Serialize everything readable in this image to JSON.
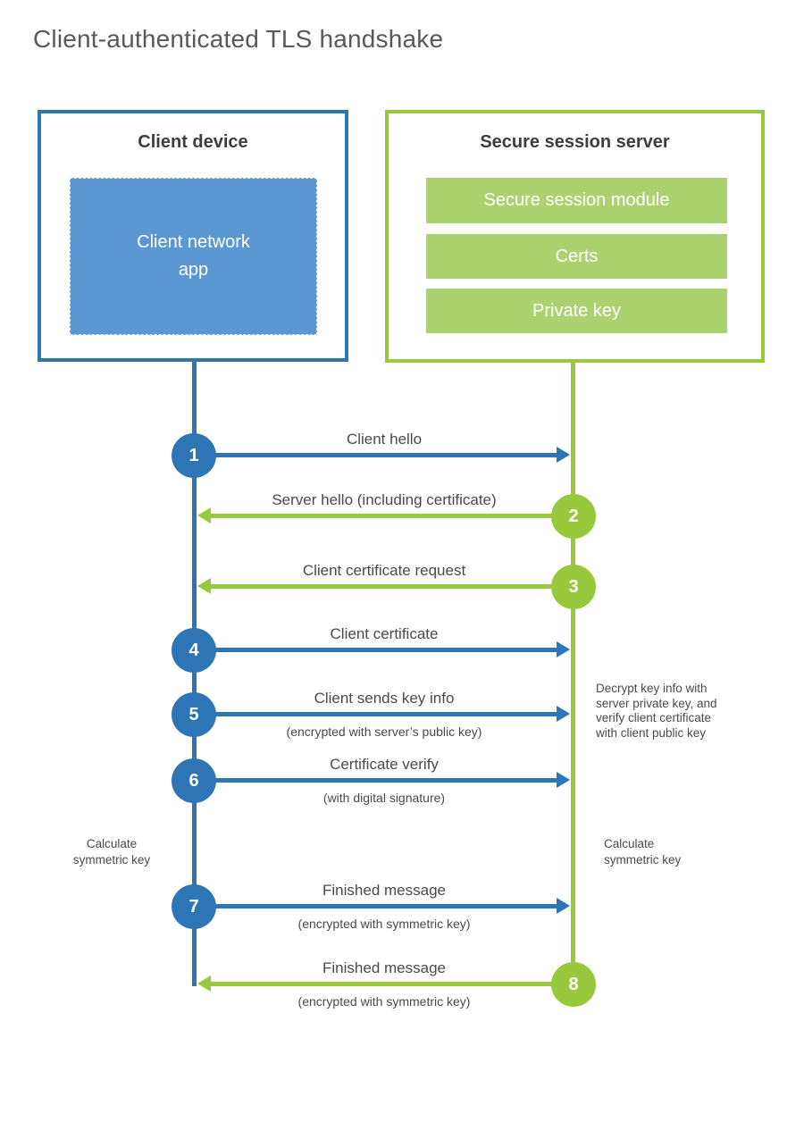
{
  "title": "Client-authenticated TLS handshake",
  "client_box": {
    "title": "Client device",
    "app_label": "Client network app"
  },
  "server_box": {
    "title": "Secure session server",
    "modules": [
      "Secure session module",
      "Certs",
      "Private key"
    ]
  },
  "flows": [
    {
      "num": "1",
      "label": "Client hello",
      "direction": "right",
      "color": "blue"
    },
    {
      "num": "2",
      "label": "Server hello (including certificate)",
      "direction": "left",
      "color": "green"
    },
    {
      "num": "3",
      "label": "Client certificate request",
      "direction": "left",
      "color": "green"
    },
    {
      "num": "4",
      "label": "Client certificate",
      "direction": "right",
      "color": "blue"
    },
    {
      "num": "5",
      "label": "Client sends key info",
      "sublabel": "(encrypted with server’s public key)",
      "direction": "right",
      "color": "blue"
    },
    {
      "num": "6",
      "label": "Certificate verify",
      "sublabel": "(with digital signature)",
      "direction": "right",
      "color": "blue"
    },
    {
      "num": "7",
      "label": "Finished message",
      "sublabel": "(encrypted with symmetric key)",
      "direction": "right",
      "color": "blue"
    },
    {
      "num": "8",
      "label": "Finished message",
      "sublabel": "(encrypted with symmetric key)",
      "direction": "left",
      "color": "green"
    }
  ],
  "annotations": {
    "server_note": "Decrypt key info with\nserver private key, and\nverify client certificate\nwith client public key",
    "client_calc": "Calculate\nsymmetric key",
    "server_calc": "Calculate\nsymmetric key"
  },
  "colors": {
    "blue": "#2e75b6",
    "blue_fill": "#5b98d3",
    "green": "#98c93c",
    "green_fill": "#aad36f"
  }
}
